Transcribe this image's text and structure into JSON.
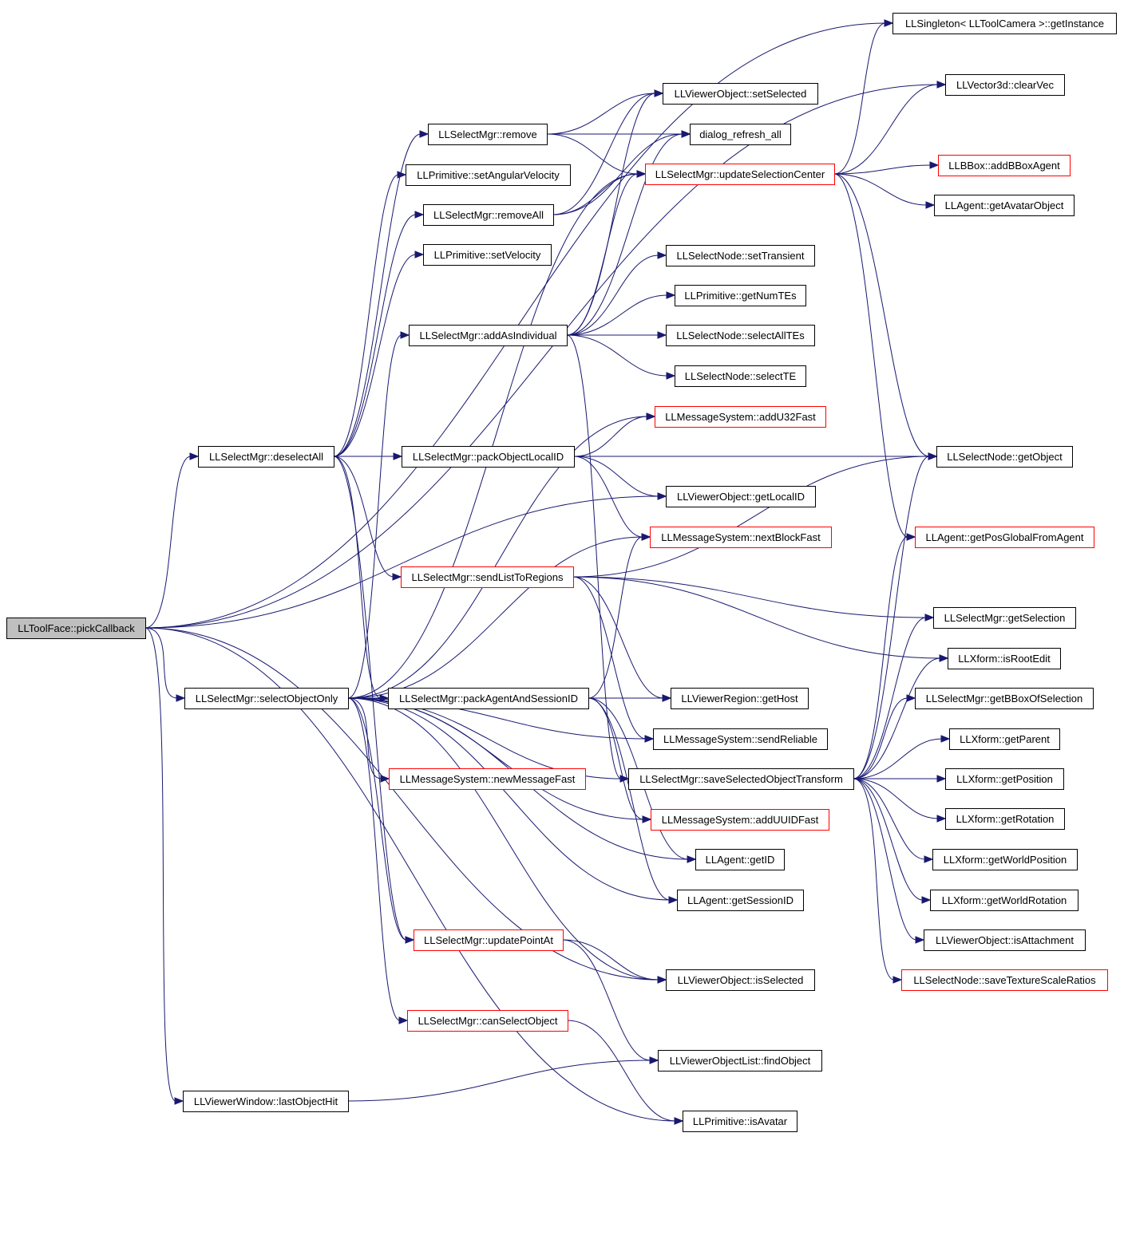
{
  "diagram": {
    "kind": "call-graph",
    "colors": {
      "edge": "#191970",
      "root_fill": "#bfbfbf",
      "node_fill": "#ffffff",
      "node_border": "#000000",
      "truncated_border": "#ff0000"
    },
    "nodes": [
      {
        "id": "pickCallback",
        "label": "LLToolFace::pickCallback",
        "style": "root"
      },
      {
        "id": "getInstance",
        "label": "LLSingleton< LLToolCamera >::getInstance",
        "style": "normal"
      },
      {
        "id": "clearVec",
        "label": "LLVector3d::clearVec",
        "style": "normal"
      },
      {
        "id": "setSelected",
        "label": "LLViewerObject::setSelected",
        "style": "normal"
      },
      {
        "id": "remove",
        "label": "LLSelectMgr::remove",
        "style": "normal"
      },
      {
        "id": "dialogRefresh",
        "label": "dialog_refresh_all",
        "style": "normal"
      },
      {
        "id": "updateSelCenter",
        "label": "LLSelectMgr::updateSelectionCenter",
        "style": "truncated"
      },
      {
        "id": "addBBoxAgent",
        "label": "LLBBox::addBBoxAgent",
        "style": "truncated"
      },
      {
        "id": "setAngVel",
        "label": "LLPrimitive::setAngularVelocity",
        "style": "normal"
      },
      {
        "id": "removeAll",
        "label": "LLSelectMgr::removeAll",
        "style": "normal"
      },
      {
        "id": "getAvatarObject",
        "label": "LLAgent::getAvatarObject",
        "style": "normal"
      },
      {
        "id": "setVelocity",
        "label": "LLPrimitive::setVelocity",
        "style": "normal"
      },
      {
        "id": "setTransient",
        "label": "LLSelectNode::setTransient",
        "style": "normal"
      },
      {
        "id": "getNumTEs",
        "label": "LLPrimitive::getNumTEs",
        "style": "normal"
      },
      {
        "id": "addAsIndividual",
        "label": "LLSelectMgr::addAsIndividual",
        "style": "normal"
      },
      {
        "id": "selectAllTEs",
        "label": "LLSelectNode::selectAllTEs",
        "style": "normal"
      },
      {
        "id": "selectTE",
        "label": "LLSelectNode::selectTE",
        "style": "normal"
      },
      {
        "id": "addU32Fast",
        "label": "LLMessageSystem::addU32Fast",
        "style": "truncated"
      },
      {
        "id": "deselectAll",
        "label": "LLSelectMgr::deselectAll",
        "style": "normal"
      },
      {
        "id": "packObjectLocalID",
        "label": "LLSelectMgr::packObjectLocalID",
        "style": "normal"
      },
      {
        "id": "getObject",
        "label": "LLSelectNode::getObject",
        "style": "normal"
      },
      {
        "id": "getLocalID",
        "label": "LLViewerObject::getLocalID",
        "style": "normal"
      },
      {
        "id": "nextBlockFast",
        "label": "LLMessageSystem::nextBlockFast",
        "style": "truncated"
      },
      {
        "id": "getPosGlobalFromAgent",
        "label": "LLAgent::getPosGlobalFromAgent",
        "style": "truncated"
      },
      {
        "id": "sendListToRegions",
        "label": "LLSelectMgr::sendListToRegions",
        "style": "truncated"
      },
      {
        "id": "getSelection",
        "label": "LLSelectMgr::getSelection",
        "style": "normal"
      },
      {
        "id": "isRootEdit",
        "label": "LLXform::isRootEdit",
        "style": "normal"
      },
      {
        "id": "selectObjectOnly",
        "label": "LLSelectMgr::selectObjectOnly",
        "style": "normal"
      },
      {
        "id": "packAgentAndSessionID",
        "label": "LLSelectMgr::packAgentAndSessionID",
        "style": "normal"
      },
      {
        "id": "getHost",
        "label": "LLViewerRegion::getHost",
        "style": "normal"
      },
      {
        "id": "getBBoxOfSelection",
        "label": "LLSelectMgr::getBBoxOfSelection",
        "style": "normal"
      },
      {
        "id": "sendReliable",
        "label": "LLMessageSystem::sendReliable",
        "style": "normal"
      },
      {
        "id": "getParent",
        "label": "LLXform::getParent",
        "style": "normal"
      },
      {
        "id": "newMessageFast",
        "label": "LLMessageSystem::newMessageFast",
        "style": "truncated"
      },
      {
        "id": "saveSelObjTransform",
        "label": "LLSelectMgr::saveSelectedObjectTransform",
        "style": "normal"
      },
      {
        "id": "getPosition",
        "label": "LLXform::getPosition",
        "style": "normal"
      },
      {
        "id": "addUUIDFast",
        "label": "LLMessageSystem::addUUIDFast",
        "style": "truncated"
      },
      {
        "id": "getRotation",
        "label": "LLXform::getRotation",
        "style": "normal"
      },
      {
        "id": "getID",
        "label": "LLAgent::getID",
        "style": "normal"
      },
      {
        "id": "getWorldPosition",
        "label": "LLXform::getWorldPosition",
        "style": "normal"
      },
      {
        "id": "getSessionID",
        "label": "LLAgent::getSessionID",
        "style": "normal"
      },
      {
        "id": "getWorldRotation",
        "label": "LLXform::getWorldRotation",
        "style": "normal"
      },
      {
        "id": "updatePointAt",
        "label": "LLSelectMgr::updatePointAt",
        "style": "truncated"
      },
      {
        "id": "isAttachment",
        "label": "LLViewerObject::isAttachment",
        "style": "normal"
      },
      {
        "id": "isSelected",
        "label": "LLViewerObject::isSelected",
        "style": "normal"
      },
      {
        "id": "saveTextureScaleRatios",
        "label": "LLSelectNode::saveTextureScaleRatios",
        "style": "truncated"
      },
      {
        "id": "canSelectObject",
        "label": "LLSelectMgr::canSelectObject",
        "style": "truncated"
      },
      {
        "id": "findObject",
        "label": "LLViewerObjectList::findObject",
        "style": "normal"
      },
      {
        "id": "lastObjectHit",
        "label": "LLViewerWindow::lastObjectHit",
        "style": "normal"
      },
      {
        "id": "isAvatar",
        "label": "LLPrimitive::isAvatar",
        "style": "normal"
      }
    ],
    "edges": [
      [
        "pickCallback",
        "getInstance"
      ],
      [
        "pickCallback",
        "clearVec"
      ],
      [
        "pickCallback",
        "deselectAll"
      ],
      [
        "pickCallback",
        "getLocalID"
      ],
      [
        "pickCallback",
        "selectObjectOnly"
      ],
      [
        "pickCallback",
        "isSelected"
      ],
      [
        "pickCallback",
        "lastObjectHit"
      ],
      [
        "pickCallback",
        "isAvatar"
      ],
      [
        "remove",
        "setSelected"
      ],
      [
        "remove",
        "dialogRefresh"
      ],
      [
        "remove",
        "updateSelCenter"
      ],
      [
        "removeAll",
        "setSelected"
      ],
      [
        "removeAll",
        "dialogRefresh"
      ],
      [
        "removeAll",
        "updateSelCenter"
      ],
      [
        "updateSelCenter",
        "getInstance"
      ],
      [
        "updateSelCenter",
        "clearVec"
      ],
      [
        "updateSelCenter",
        "addBBoxAgent"
      ],
      [
        "updateSelCenter",
        "getAvatarObject"
      ],
      [
        "updateSelCenter",
        "getObject"
      ],
      [
        "updateSelCenter",
        "getPosGlobalFromAgent"
      ],
      [
        "addAsIndividual",
        "setSelected"
      ],
      [
        "addAsIndividual",
        "dialogRefresh"
      ],
      [
        "addAsIndividual",
        "updateSelCenter"
      ],
      [
        "addAsIndividual",
        "setTransient"
      ],
      [
        "addAsIndividual",
        "getNumTEs"
      ],
      [
        "addAsIndividual",
        "selectAllTEs"
      ],
      [
        "addAsIndividual",
        "selectTE"
      ],
      [
        "addAsIndividual",
        "saveSelObjTransform"
      ],
      [
        "deselectAll",
        "remove"
      ],
      [
        "deselectAll",
        "setAngVel"
      ],
      [
        "deselectAll",
        "removeAll"
      ],
      [
        "deselectAll",
        "setVelocity"
      ],
      [
        "deselectAll",
        "packObjectLocalID"
      ],
      [
        "deselectAll",
        "sendListToRegions"
      ],
      [
        "deselectAll",
        "packAgentAndSessionID"
      ],
      [
        "deselectAll",
        "updatePointAt"
      ],
      [
        "deselectAll",
        "getObject"
      ],
      [
        "packObjectLocalID",
        "addU32Fast"
      ],
      [
        "packObjectLocalID",
        "getObject"
      ],
      [
        "packObjectLocalID",
        "getLocalID"
      ],
      [
        "packObjectLocalID",
        "nextBlockFast"
      ],
      [
        "sendListToRegions",
        "getObject"
      ],
      [
        "sendListToRegions",
        "getSelection"
      ],
      [
        "sendListToRegions",
        "isRootEdit"
      ],
      [
        "sendListToRegions",
        "getHost"
      ],
      [
        "sendListToRegions",
        "sendReliable"
      ],
      [
        "selectObjectOnly",
        "addAsIndividual"
      ],
      [
        "selectObjectOnly",
        "updateSelCenter"
      ],
      [
        "selectObjectOnly",
        "addU32Fast"
      ],
      [
        "selectObjectOnly",
        "nextBlockFast"
      ],
      [
        "selectObjectOnly",
        "getHost"
      ],
      [
        "selectObjectOnly",
        "sendReliable"
      ],
      [
        "selectObjectOnly",
        "newMessageFast"
      ],
      [
        "selectObjectOnly",
        "saveSelObjTransform"
      ],
      [
        "selectObjectOnly",
        "addUUIDFast"
      ],
      [
        "selectObjectOnly",
        "getID"
      ],
      [
        "selectObjectOnly",
        "getSessionID"
      ],
      [
        "selectObjectOnly",
        "updatePointAt"
      ],
      [
        "selectObjectOnly",
        "isSelected"
      ],
      [
        "selectObjectOnly",
        "canSelectObject"
      ],
      [
        "packAgentAndSessionID",
        "nextBlockFast"
      ],
      [
        "packAgentAndSessionID",
        "addUUIDFast"
      ],
      [
        "packAgentAndSessionID",
        "getID"
      ],
      [
        "packAgentAndSessionID",
        "getSessionID"
      ],
      [
        "saveSelObjTransform",
        "getSelection"
      ],
      [
        "saveSelObjTransform",
        "getObject"
      ],
      [
        "saveSelObjTransform",
        "getPosGlobalFromAgent"
      ],
      [
        "saveSelObjTransform",
        "isRootEdit"
      ],
      [
        "saveSelObjTransform",
        "getBBoxOfSelection"
      ],
      [
        "saveSelObjTransform",
        "getParent"
      ],
      [
        "saveSelObjTransform",
        "getPosition"
      ],
      [
        "saveSelObjTransform",
        "getRotation"
      ],
      [
        "saveSelObjTransform",
        "getWorldPosition"
      ],
      [
        "saveSelObjTransform",
        "getWorldRotation"
      ],
      [
        "saveSelObjTransform",
        "isAttachment"
      ],
      [
        "saveSelObjTransform",
        "saveTextureScaleRatios"
      ],
      [
        "updatePointAt",
        "isSelected"
      ],
      [
        "updatePointAt",
        "findObject"
      ],
      [
        "canSelectObject",
        "isAvatar"
      ],
      [
        "lastObjectHit",
        "findObject"
      ]
    ]
  }
}
